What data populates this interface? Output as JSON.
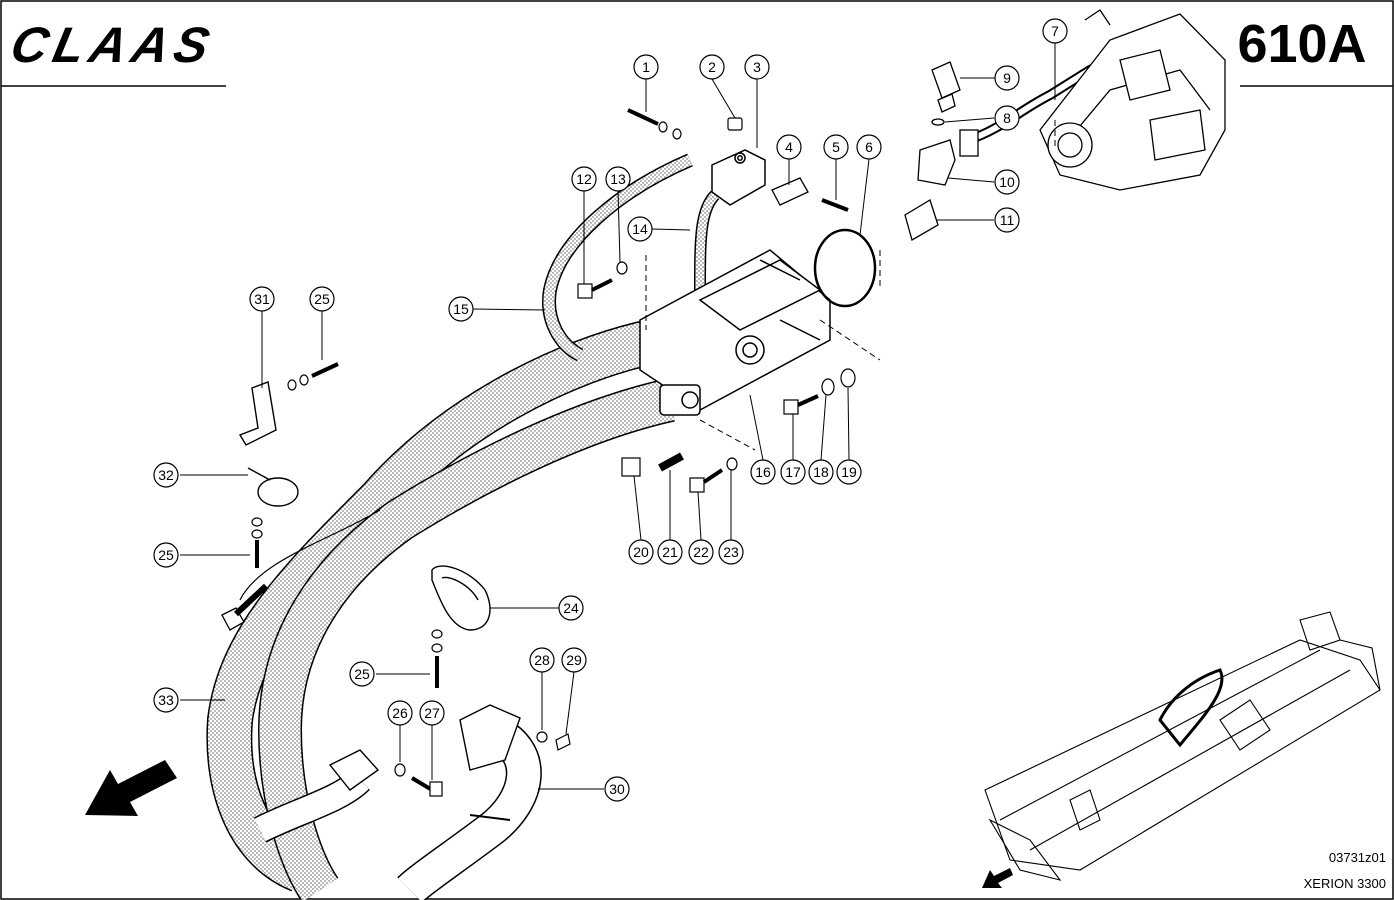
{
  "header": {
    "brand": "CLAAS",
    "page_number": "610A"
  },
  "footer": {
    "drawing_number": "03731z01",
    "model": "XERION 3300"
  },
  "callouts": [
    "1",
    "2",
    "3",
    "4",
    "5",
    "6",
    "7",
    "8",
    "9",
    "10",
    "11",
    "12",
    "13",
    "14",
    "15",
    "16",
    "17",
    "18",
    "19",
    "20",
    "21",
    "22",
    "23",
    "24",
    "25",
    "25",
    "25",
    "26",
    "27",
    "28",
    "29",
    "30",
    "31",
    "32",
    "33"
  ]
}
